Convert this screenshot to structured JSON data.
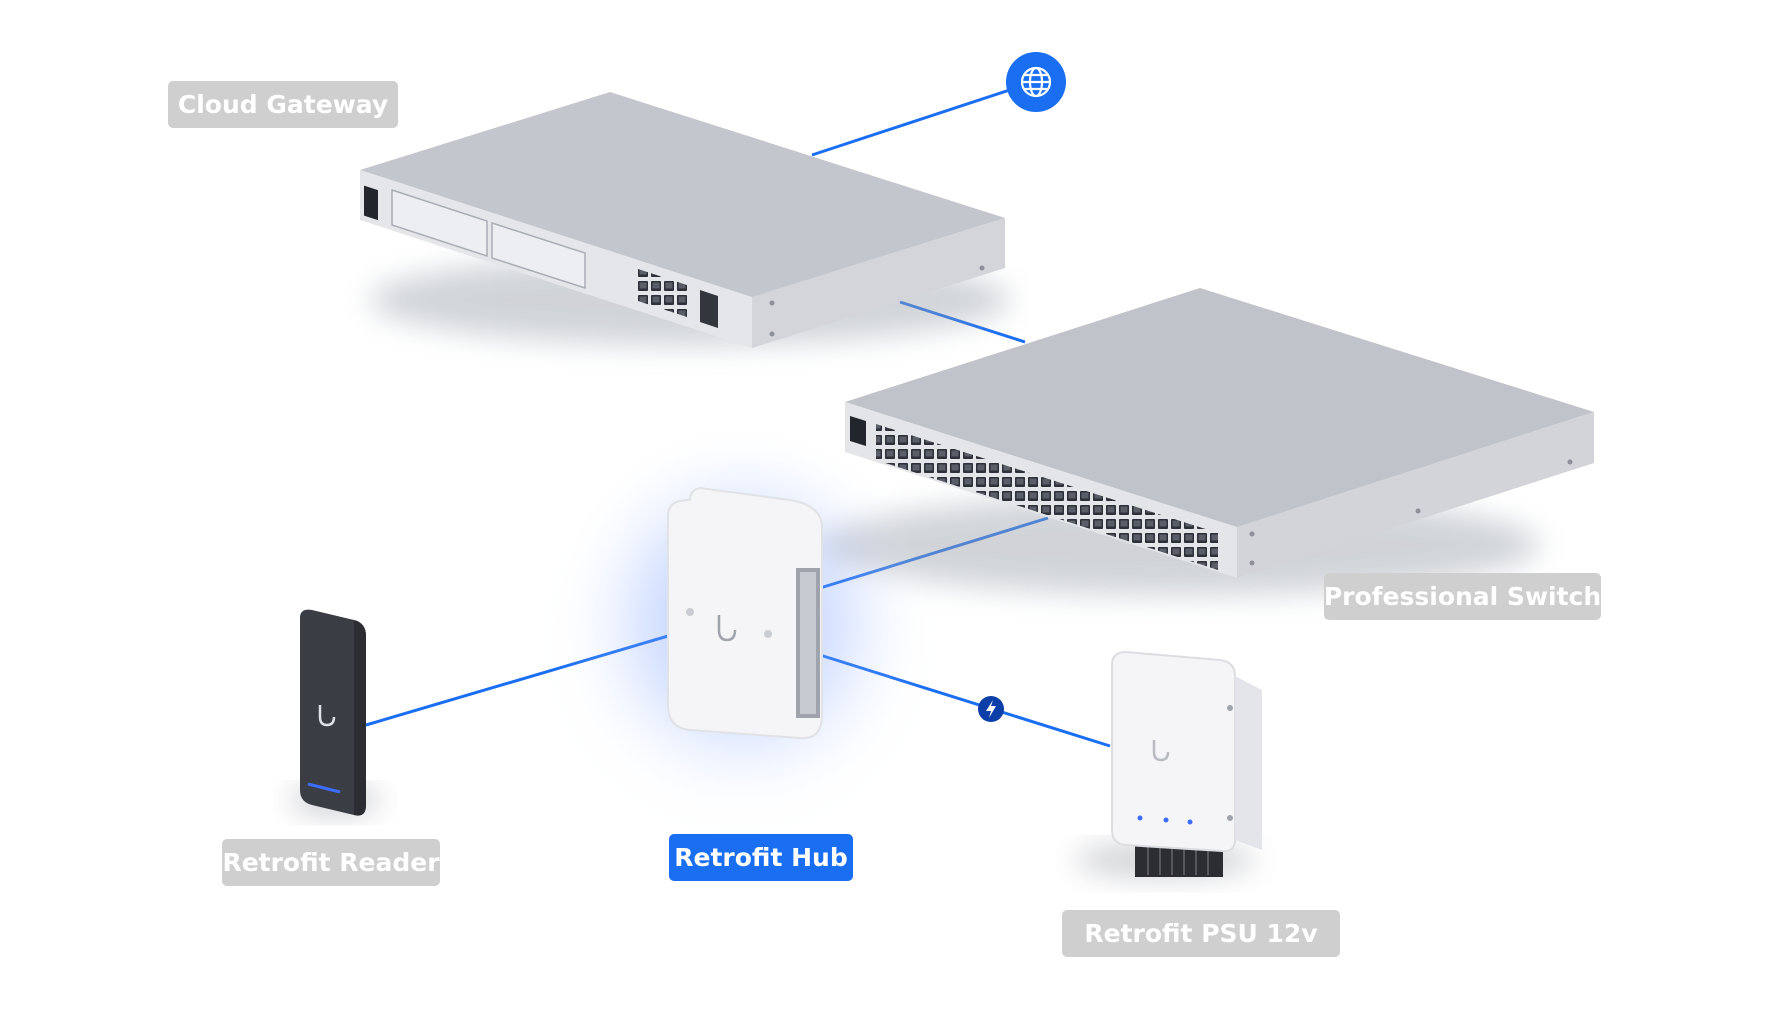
{
  "labels": {
    "cloud_gateway": "Cloud Gateway",
    "professional_switch": "Professional Switch",
    "retrofit_reader": "Retrofit Reader",
    "retrofit_hub": "Retrofit Hub",
    "retrofit_psu": "Retrofit PSU 12v"
  },
  "icons": {
    "internet": "globe-icon",
    "power": "lightning-icon",
    "brand": "ubiquiti-u-logo"
  },
  "colors": {
    "link_line": "#1a6ef2",
    "highlight_label": "#1a6ef2",
    "inactive_label": "#cfcfcf",
    "device_rack": "#b9bcc3",
    "device_white": "#f4f4f6",
    "reader_body": "#3a3d44",
    "hub_glow": "#6d9dff"
  }
}
